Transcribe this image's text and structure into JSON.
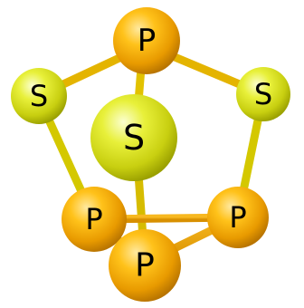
{
  "molecule": {
    "atoms": [
      {
        "id": "p-top",
        "element": "P"
      },
      {
        "id": "s-left",
        "element": "S"
      },
      {
        "id": "s-right",
        "element": "S"
      },
      {
        "id": "s-center",
        "element": "S"
      },
      {
        "id": "p-left",
        "element": "P"
      },
      {
        "id": "p-right",
        "element": "P"
      },
      {
        "id": "p-bottom",
        "element": "P"
      }
    ],
    "bonds": [
      [
        "p-top",
        "s-left"
      ],
      [
        "p-top",
        "s-right"
      ],
      [
        "p-top",
        "s-center"
      ],
      [
        "s-left",
        "p-left"
      ],
      [
        "s-right",
        "p-right"
      ],
      [
        "s-center",
        "p-bottom"
      ],
      [
        "p-left",
        "p-right"
      ],
      [
        "p-left",
        "p-bottom"
      ],
      [
        "p-right",
        "p-bottom"
      ]
    ]
  },
  "colors": {
    "phosphorus": "#f5a800",
    "sulfur": "#d9e020"
  }
}
